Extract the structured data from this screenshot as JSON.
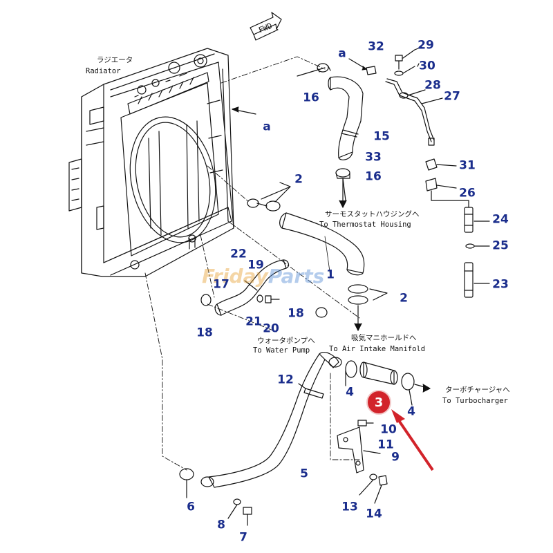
{
  "labels": {
    "radiator_jp": "ラジエータ",
    "radiator_en": "Radiator",
    "fwd": "FWD",
    "thermostat_jp": "サーモスタットハウジングへ",
    "thermostat_en": "To Thermostat Housing",
    "intake_jp": "吸気マニホールドへ",
    "intake_en": "To Air Intake Manifold",
    "waterpump_jp": "ウォータポンプへ",
    "waterpump_en": "To Water Pump",
    "turbo_jp": "ターボチャージャへ",
    "turbo_en": "To Turbocharger"
  },
  "watermark": {
    "part1": "Friday",
    "part2": "Parts"
  },
  "callout": {
    "number": "3",
    "color": "#d2232a"
  },
  "parts": {
    "p32": "32",
    "p29": "29",
    "p30": "30",
    "p28": "28",
    "p27": "27",
    "pa_top": "a",
    "pa_mid": "a",
    "p16_top": "16",
    "p15": "15",
    "p33": "33",
    "p16_bot": "16",
    "p31": "31",
    "p26": "26",
    "p24": "24",
    "p25": "25",
    "p23": "23",
    "p2_top": "2",
    "p1": "1",
    "p2_bot": "2",
    "p22": "22",
    "p19": "19",
    "p17": "17",
    "p18_left": "18",
    "p18_right": "18",
    "p21": "21",
    "p20": "20",
    "p12": "12",
    "p4_left": "4",
    "p4_right": "4",
    "p10": "10",
    "p11": "11",
    "p9": "9",
    "p5": "5",
    "p6": "6",
    "p8": "8",
    "p7": "7",
    "p13": "13",
    "p14": "14"
  },
  "colors": {
    "part_number": "#1a2d8c",
    "line": "#111111",
    "arrow": "#d2232a"
  }
}
